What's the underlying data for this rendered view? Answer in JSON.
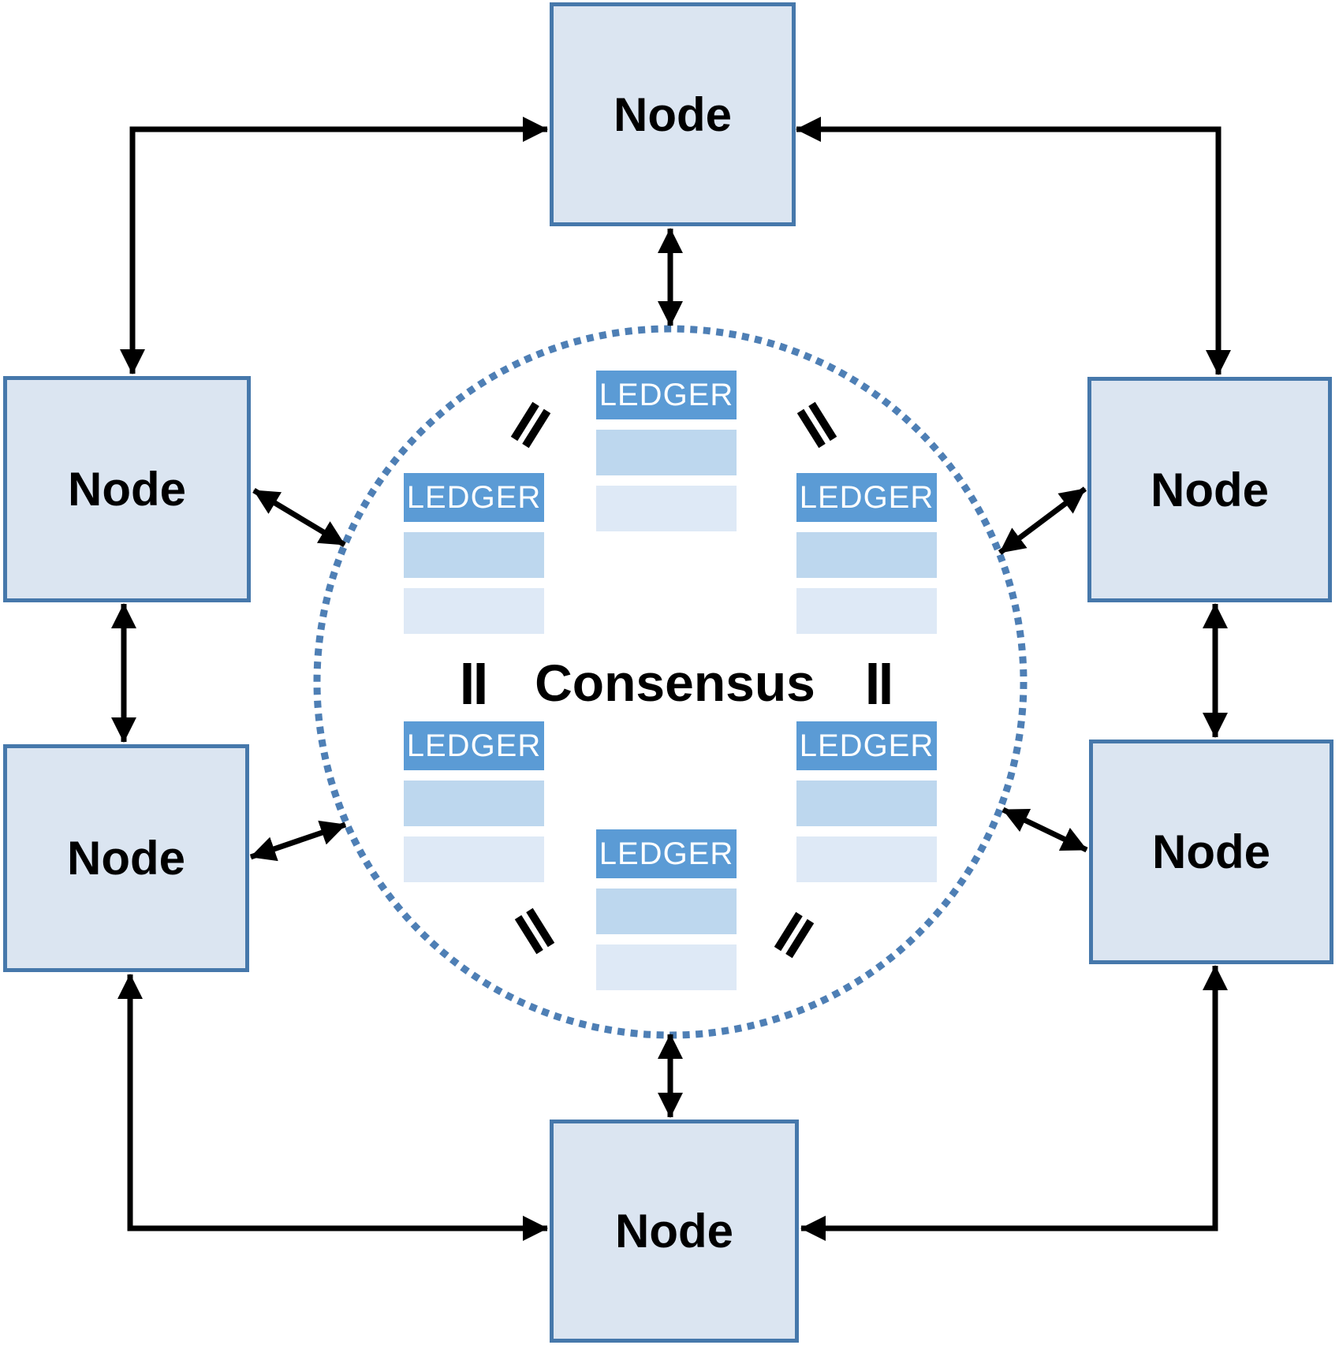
{
  "center": {
    "label": "Consensus"
  },
  "nodes": [
    {
      "position": "top",
      "label": "Node"
    },
    {
      "position": "upper-left",
      "label": "Node"
    },
    {
      "position": "upper-right",
      "label": "Node"
    },
    {
      "position": "lower-left",
      "label": "Node"
    },
    {
      "position": "lower-right",
      "label": "Node"
    },
    {
      "position": "bottom",
      "label": "Node"
    }
  ],
  "ledgers": [
    {
      "position": "top",
      "title": "LEDGER"
    },
    {
      "position": "upper-left",
      "title": "LEDGER"
    },
    {
      "position": "upper-right",
      "title": "LEDGER"
    },
    {
      "position": "lower-left",
      "title": "LEDGER"
    },
    {
      "position": "lower-right",
      "title": "LEDGER"
    },
    {
      "position": "bottom",
      "title": "LEDGER"
    }
  ],
  "icons": {
    "equals": "=",
    "connector": "double-headed-arrow"
  },
  "colors": {
    "node_fill": "#dbe5f1",
    "node_border": "#4678ab",
    "ledger_header": "#5b9bd5",
    "ledger_row_medium": "#bdd7ee",
    "ledger_row_light": "#dee9f6",
    "dotted_circle": "#4e7fb5",
    "arrow": "#000000",
    "text": "#000000"
  }
}
